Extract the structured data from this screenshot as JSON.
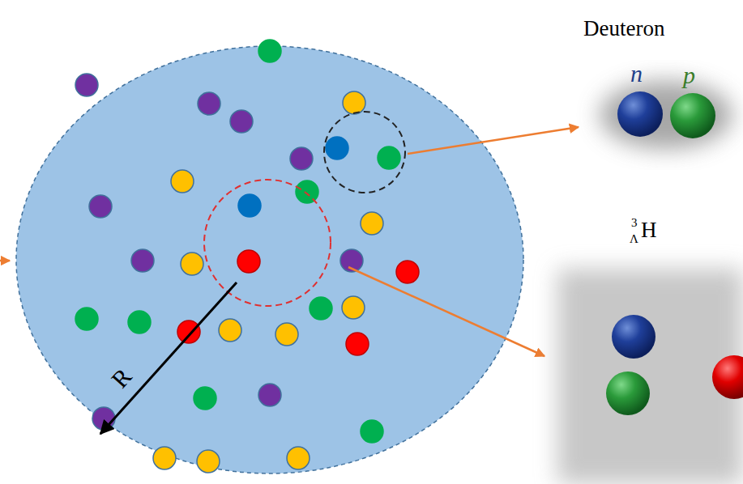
{
  "diagram": {
    "labels": [
      "Deuteron",
      "n",
      "p",
      "3",
      "Λ",
      "H",
      "R"
    ]
  }
}
